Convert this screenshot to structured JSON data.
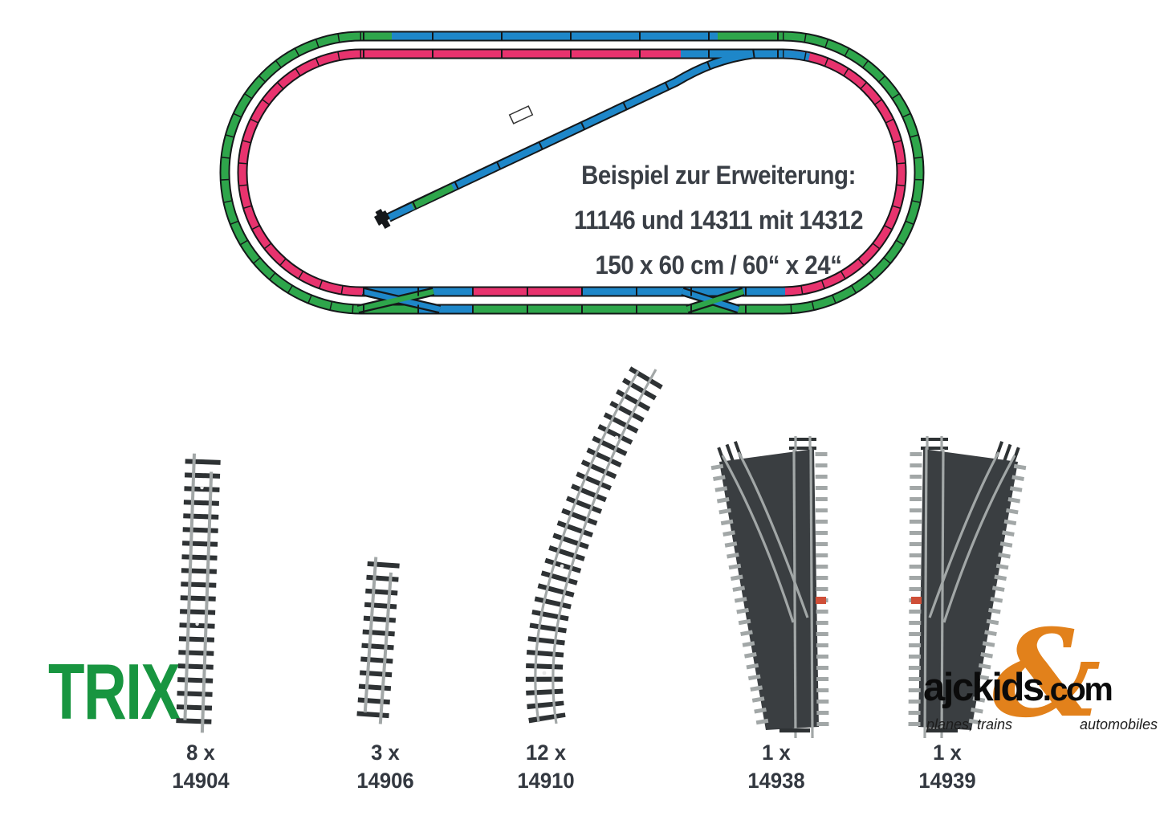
{
  "colors": {
    "loop_green": "#2ea64b",
    "loop_pink": "#e8336e",
    "loop_blue": "#1e87c9",
    "track_casing": "#15181a",
    "caption_text": "#3a3f46",
    "trix_green": "#189540",
    "ajckids_orange": "#e2811b",
    "logo_black": "#0b0b0b",
    "rail_gray": "#a2a7a7",
    "tie_dark": "#2e3234",
    "turnout_body": "#3a3e41",
    "lever_red": "#cf4f38"
  },
  "diagram": {
    "caption_line1": "Beispiel zur Erweiterung:",
    "caption_line2": "11146 und 14311 mit 14312",
    "caption_line3": "150 x 60 cm / 60“ x 24“"
  },
  "products": [
    {
      "qty": "8 x",
      "sku": "14904",
      "type": "straight track long"
    },
    {
      "qty": "3 x",
      "sku": "14906",
      "type": "straight track short"
    },
    {
      "qty": "12 x",
      "sku": "14910",
      "type": "curved track"
    },
    {
      "qty": "1 x",
      "sku": "14938",
      "type": "turnout left"
    },
    {
      "qty": "1 x",
      "sku": "14939",
      "type": "turnout right"
    }
  ],
  "branding": {
    "trix": "TRIX",
    "site_name": "ajckids",
    "site_tld": ".com",
    "ampersand": "&",
    "tagline_left": "planes, trains",
    "tagline_right": "automobiles"
  }
}
